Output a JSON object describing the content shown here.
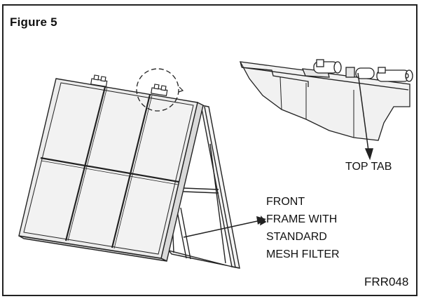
{
  "figure": {
    "title": "Figure 5",
    "code": "FRR048"
  },
  "callouts": {
    "top_tab": "TOP TAB",
    "front_frame": [
      "FRONT",
      "FRAME WITH",
      "STANDARD",
      "MESH FILTER"
    ]
  },
  "icons": {
    "detail_circle": "dashed-circle-detail-icon",
    "pointer_arrows": "arrow-icon"
  }
}
